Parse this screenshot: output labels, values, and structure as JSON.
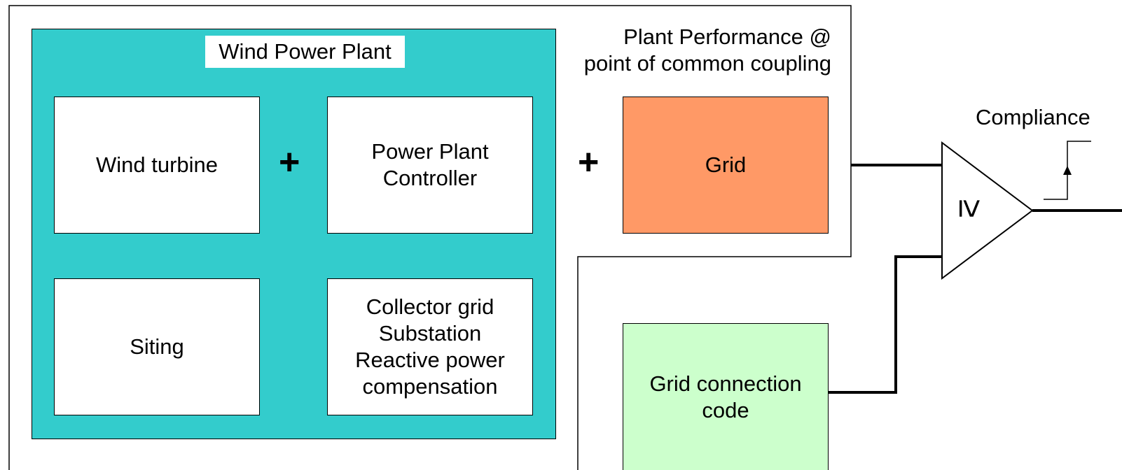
{
  "plant": {
    "title": "Wind Power Plant",
    "components": [
      {
        "label": "Wind turbine"
      },
      {
        "label": "Power Plant\nController"
      },
      {
        "label": "Siting"
      },
      {
        "label": "Collector grid\nSubstation\nReactive power\ncompensation"
      }
    ]
  },
  "operators": {
    "plus": "+",
    "ge": "≥"
  },
  "performance_label": "Plant Performance @\npoint of common coupling",
  "grid": {
    "label": "Grid",
    "color": "#ff9966"
  },
  "grid_code": {
    "label": "Grid connection\ncode",
    "color": "#ccffcc"
  },
  "compliance_label": "Compliance",
  "plant_color": "#33cccc"
}
